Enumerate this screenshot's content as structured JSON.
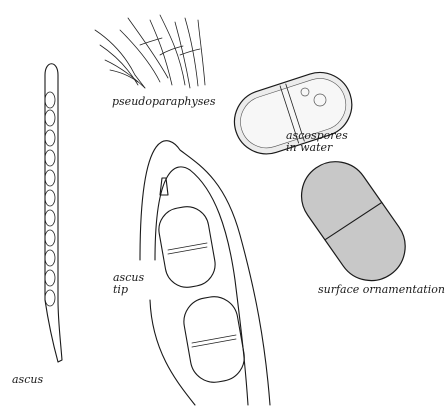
{
  "labels": {
    "pseudoparaphyses": "pseudoparaphyses",
    "ascospores_water": "ascospores\nin water",
    "ascus": "ascus",
    "ascus_tip": "ascus\ntip",
    "surface": "surface ornamentation"
  }
}
